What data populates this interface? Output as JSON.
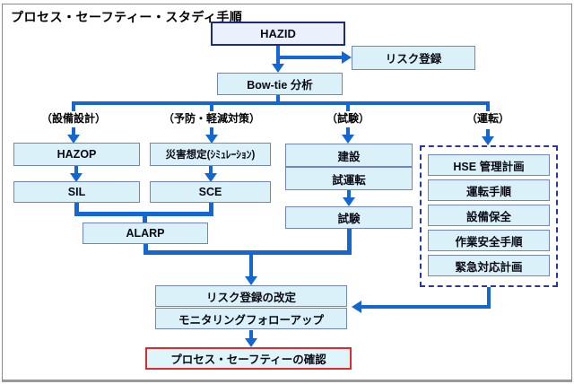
{
  "page": {
    "title": "プロセス・セーフティー・スタディ手順"
  },
  "colors": {
    "arrow": "#1467d2",
    "box_fill": "#daf1fa",
    "box_border": "#7285bd",
    "hazid_border": "#1f2a80",
    "dashed_border": "#2b37a3",
    "confirm_border": "#df2b2b"
  },
  "flow": {
    "hazid": "HAZID",
    "risk_register": "リスク登録",
    "bowtie_analysis": "Bow-tie 分析",
    "branch_labels": {
      "design": "（設備設計）",
      "prevention": "（予防・軽減対策）",
      "test": "（試験）",
      "operation": "（運転）"
    },
    "design": {
      "hazop": "HAZOP",
      "sil": "SIL"
    },
    "prevention": {
      "disaster_simulation": "災害想定(ｼﾐｭﾚｰｼｮﾝ)",
      "sce": "SCE"
    },
    "alarp": "ALARP",
    "test": {
      "construction": "建設",
      "commissioning": "試運転",
      "testing": "試験"
    },
    "operation": {
      "items": [
        "HSE 管理計画",
        "運転手順",
        "設備保全",
        "作業安全手順",
        "緊急対応計画"
      ]
    },
    "closeout": {
      "risk_register_revision": "リスク登録の改定",
      "monitoring_followup": "モニタリングフォローアップ",
      "process_safety_confirmation": "プロセス・セーフティーの確認"
    }
  }
}
